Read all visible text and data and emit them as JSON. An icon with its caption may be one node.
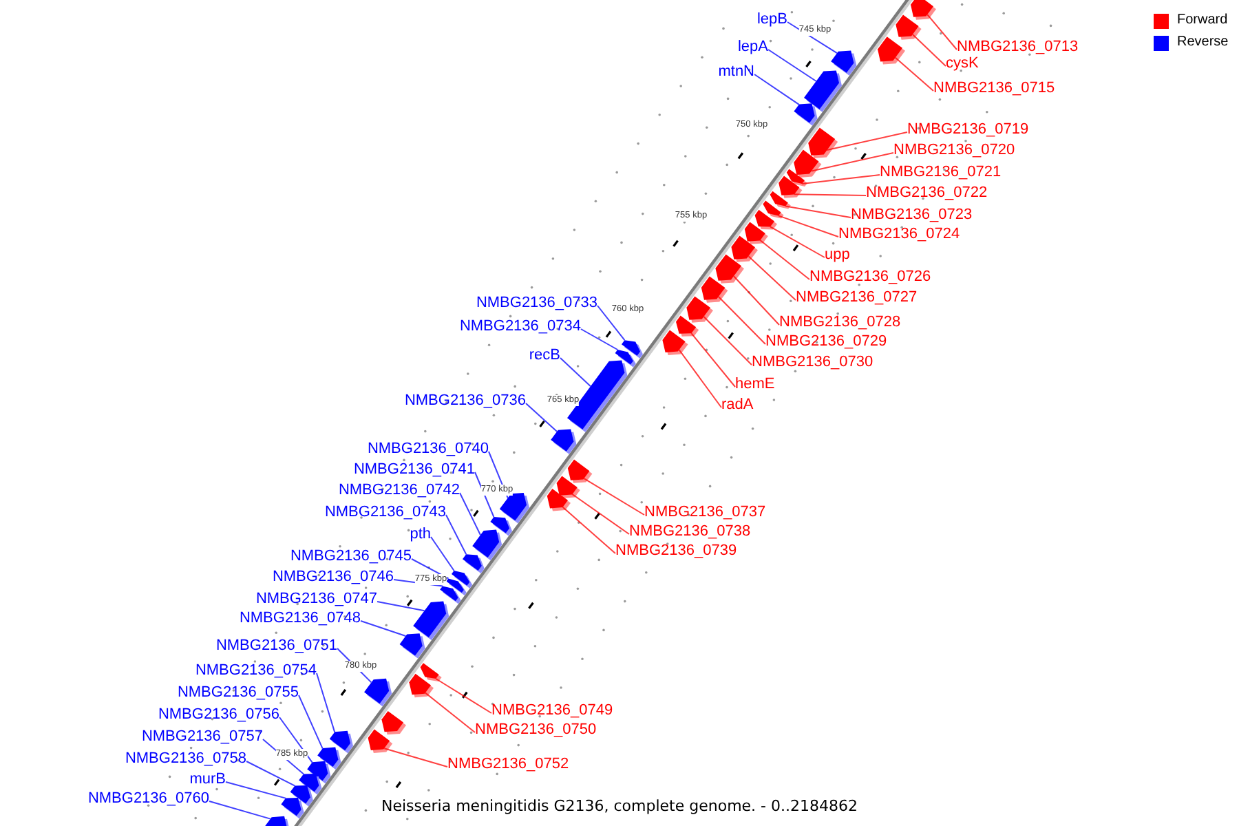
{
  "diagram": {
    "caption": "Neisseria meningitidis G2136, complete genome. - 0..2184862",
    "nodes": [
      {
        "text": [
          "lepB"
        ]
      },
      {
        "text": [
          "lepA"
        ]
      },
      {
        "text": [
          "mtnN"
        ]
      },
      {
        "text": [
          "NMBG2136_0713"
        ]
      },
      {
        "text": [
          "cysK"
        ]
      },
      {
        "text": [
          "NMBG2136_0715"
        ]
      },
      {
        "text": [
          "NMBG2136_0719"
        ]
      },
      {
        "text": [
          "NMBG2136_0720"
        ]
      },
      {
        "text": [
          "NMBG2136_0721"
        ]
      },
      {
        "text": [
          "NMBG2136_0722"
        ]
      },
      {
        "text": [
          "NMBG2136_0723"
        ]
      },
      {
        "text": [
          "NMBG2136_0724"
        ]
      },
      {
        "text": [
          "upp"
        ]
      },
      {
        "text": [
          "NMBG2136_0726"
        ]
      },
      {
        "text": [
          "NMBG2136_0727"
        ]
      },
      {
        "text": [
          "NMBG2136_0728"
        ]
      },
      {
        "text": [
          "NMBG2136_0729"
        ]
      },
      {
        "text": [
          "NMBG2136_0730"
        ]
      },
      {
        "text": [
          "NMBG2136_0733"
        ]
      },
      {
        "text": [
          "NMBG2136_0734"
        ]
      },
      {
        "text": [
          "recB"
        ]
      },
      {
        "text": [
          "hemE"
        ]
      },
      {
        "text": [
          "radA"
        ]
      },
      {
        "text": [
          "NMBG2136_0736"
        ]
      },
      {
        "text": [
          "NMBG2136_0740"
        ]
      },
      {
        "text": [
          "NMBG2136_0741"
        ]
      },
      {
        "text": [
          "NMBG2136_0742"
        ]
      },
      {
        "text": [
          "NMBG2136_0743"
        ]
      },
      {
        "text": [
          "NMBG2136_0737"
        ]
      },
      {
        "text": [
          "NMBG2136_0738"
        ]
      },
      {
        "text": [
          "pth"
        ]
      },
      {
        "text": [
          "NMBG2136_0739"
        ]
      },
      {
        "text": [
          "NMBG2136_0745"
        ]
      },
      {
        "text": [
          "NMBG2136_0746"
        ]
      },
      {
        "text": [
          "NMBG2136_0747"
        ]
      },
      {
        "text": [
          "NMBG2136_0748"
        ]
      },
      {
        "text": [
          "NMBG2136_0751"
        ]
      },
      {
        "text": [
          "NMBG2136_0754"
        ]
      },
      {
        "text": [
          "NMBG2136_0755"
        ]
      },
      {
        "text": [
          "NMBG2136_0749"
        ]
      },
      {
        "text": [
          "NMBG2136_0756"
        ]
      },
      {
        "text": [
          "NMBG2136_0750"
        ]
      },
      {
        "text": [
          "NMBG2136_0757"
        ]
      },
      {
        "text": [
          "NMBG2136_0758"
        ]
      },
      {
        "text": [
          "NMBG2136_0752"
        ]
      },
      {
        "text": [
          "murB"
        ]
      },
      {
        "text": [
          "NMBG2136_0760"
        ]
      },
      {
        "text": [],
        "shape": "arrow"
      },
      {
        "text": [],
        "shape": "arrow"
      },
      {
        "text": [],
        "shape": "arrow"
      },
      {
        "text": [],
        "shape": "arrow"
      },
      {
        "text": [],
        "shape": "arrow"
      },
      {
        "text": [],
        "shape": "arrow"
      },
      {
        "text": [],
        "shape": "arrow"
      },
      {
        "text": [],
        "shape": "arrow"
      },
      {
        "text": [],
        "shape": "arrow"
      },
      {
        "text": [],
        "shape": "arrow"
      },
      {
        "text": [],
        "shape": "arrow"
      },
      {
        "text": [],
        "shape": "arrow"
      },
      {
        "text": [],
        "shape": "arrow"
      },
      {
        "text": [],
        "shape": "arrow"
      },
      {
        "text": [],
        "shape": "arrow"
      },
      {
        "text": [],
        "shape": "arrow"
      },
      {
        "text": [],
        "shape": "arrow"
      },
      {
        "text": [],
        "shape": "arrow"
      },
      {
        "text": [],
        "shape": "arrow"
      },
      {
        "text": [],
        "shape": "arrow"
      },
      {
        "text": [],
        "shape": "arrow"
      },
      {
        "text": [],
        "shape": "arrow"
      },
      {
        "text": [],
        "shape": "arrow"
      },
      {
        "text": [],
        "shape": "arrow"
      },
      {
        "text": [],
        "shape": "arrow"
      },
      {
        "text": [],
        "shape": "arrow"
      },
      {
        "text": [],
        "shape": "arrow"
      },
      {
        "text": [],
        "shape": "arrow"
      },
      {
        "text": [],
        "shape": "arrow"
      },
      {
        "text": [],
        "shape": "arrow"
      },
      {
        "text": [],
        "shape": "arrow"
      },
      {
        "text": [],
        "shape": "arrow"
      },
      {
        "text": [],
        "shape": "arrow"
      },
      {
        "text": [],
        "shape": "arrow"
      },
      {
        "text": [],
        "shape": "arrow"
      },
      {
        "text": [],
        "shape": "arrow"
      },
      {
        "text": [],
        "shape": "arrow"
      },
      {
        "text": [],
        "shape": "arrow"
      },
      {
        "text": [],
        "shape": "arrow"
      },
      {
        "text": [],
        "shape": "arrow"
      },
      {
        "text": [],
        "shape": "arrow"
      },
      {
        "text": [],
        "shape": "arrow"
      },
      {
        "text": [],
        "shape": "arrow"
      },
      {
        "text": [],
        "shape": "arrow"
      },
      {
        "text": [],
        "shape": "arrow"
      },
      {
        "text": [],
        "shape": "arrow"
      },
      {
        "text": [],
        "shape": "arrow"
      },
      {
        "text": [],
        "shape": "arrow"
      }
    ],
    "edges": [
      {
        "from": 0,
        "to": 47,
        "arrow": "none",
        "color": "#0000ff"
      },
      {
        "from": 1,
        "to": 48,
        "arrow": "none",
        "color": "#0000ff"
      },
      {
        "from": 2,
        "to": 49,
        "arrow": "none",
        "color": "#0000ff"
      },
      {
        "from": 3,
        "to": 50,
        "arrow": "none",
        "color": "#ff0000"
      },
      {
        "from": 4,
        "to": 51,
        "arrow": "none",
        "color": "#ff0000"
      },
      {
        "from": 5,
        "to": 52,
        "arrow": "none",
        "color": "#ff0000"
      },
      {
        "from": 6,
        "to": 53,
        "arrow": "none",
        "color": "#ff0000"
      },
      {
        "from": 7,
        "to": 54,
        "arrow": "none",
        "color": "#ff0000"
      },
      {
        "from": 8,
        "to": 55,
        "arrow": "none",
        "color": "#ff0000"
      },
      {
        "from": 9,
        "to": 56,
        "arrow": "none",
        "color": "#ff0000"
      },
      {
        "from": 10,
        "to": 57,
        "arrow": "none",
        "color": "#ff0000"
      },
      {
        "from": 11,
        "to": 58,
        "arrow": "none",
        "color": "#ff0000"
      },
      {
        "from": 12,
        "to": 59,
        "arrow": "none",
        "color": "#ff0000"
      },
      {
        "from": 13,
        "to": 60,
        "arrow": "none",
        "color": "#ff0000"
      },
      {
        "from": 14,
        "to": 61,
        "arrow": "none",
        "color": "#ff0000"
      },
      {
        "from": 15,
        "to": 62,
        "arrow": "none",
        "color": "#ff0000"
      },
      {
        "from": 16,
        "to": 63,
        "arrow": "none",
        "color": "#ff0000"
      },
      {
        "from": 17,
        "to": 64,
        "arrow": "none",
        "color": "#ff0000"
      },
      {
        "from": 18,
        "to": 65,
        "arrow": "none",
        "color": "#0000ff"
      },
      {
        "from": 19,
        "to": 66,
        "arrow": "none",
        "color": "#0000ff"
      },
      {
        "from": 20,
        "to": 67,
        "arrow": "none",
        "color": "#0000ff"
      },
      {
        "from": 21,
        "to": 68,
        "arrow": "none",
        "color": "#ff0000"
      },
      {
        "from": 22,
        "to": 69,
        "arrow": "none",
        "color": "#ff0000"
      },
      {
        "from": 23,
        "to": 70,
        "arrow": "none",
        "color": "#0000ff"
      },
      {
        "from": 24,
        "to": 71,
        "arrow": "none",
        "color": "#0000ff"
      },
      {
        "from": 25,
        "to": 72,
        "arrow": "none",
        "color": "#0000ff"
      },
      {
        "from": 26,
        "to": 73,
        "arrow": "none",
        "color": "#0000ff"
      },
      {
        "from": 27,
        "to": 74,
        "arrow": "none",
        "color": "#0000ff"
      },
      {
        "from": 28,
        "to": 75,
        "arrow": "none",
        "color": "#ff0000"
      },
      {
        "from": 29,
        "to": 76,
        "arrow": "none",
        "color": "#ff0000"
      },
      {
        "from": 30,
        "to": 77,
        "arrow": "none",
        "color": "#0000ff"
      },
      {
        "from": 31,
        "to": 78,
        "arrow": "none",
        "color": "#ff0000"
      },
      {
        "from": 32,
        "to": 79,
        "arrow": "none",
        "color": "#0000ff"
      },
      {
        "from": 33,
        "to": 80,
        "arrow": "none",
        "color": "#0000ff"
      },
      {
        "from": 34,
        "to": 81,
        "arrow": "none",
        "color": "#0000ff"
      },
      {
        "from": 35,
        "to": 82,
        "arrow": "none",
        "color": "#0000ff"
      },
      {
        "from": 36,
        "to": 83,
        "arrow": "none",
        "color": "#0000ff"
      },
      {
        "from": 37,
        "to": 84,
        "arrow": "none",
        "color": "#0000ff"
      },
      {
        "from": 38,
        "to": 85,
        "arrow": "none",
        "color": "#0000ff"
      },
      {
        "from": 39,
        "to": 86,
        "arrow": "none",
        "color": "#ff0000"
      },
      {
        "from": 40,
        "to": 87,
        "arrow": "none",
        "color": "#0000ff"
      },
      {
        "from": 41,
        "to": 88,
        "arrow": "none",
        "color": "#ff0000"
      },
      {
        "from": 42,
        "to": 89,
        "arrow": "none",
        "color": "#0000ff"
      },
      {
        "from": 43,
        "to": 90,
        "arrow": "none",
        "color": "#0000ff"
      },
      {
        "from": 44,
        "to": 91,
        "arrow": "none",
        "color": "#ff0000"
      },
      {
        "from": 45,
        "to": 92,
        "arrow": "none",
        "color": "#0000ff"
      },
      {
        "from": 46,
        "to": 93,
        "arrow": "none",
        "color": "#0000ff"
      }
    ],
    "labels": [
      "745 kbp",
      "750 kbp",
      "755 kbp",
      "760 kbp",
      "765 kbp",
      "770 kbp",
      "775 kbp",
      "780 kbp",
      "785 kbp"
    ],
    "legend": [
      {
        "text": "Forward",
        "color": "#ff0000"
      },
      {
        "text": "Reverse",
        "color": "#0000ff"
      }
    ]
  }
}
